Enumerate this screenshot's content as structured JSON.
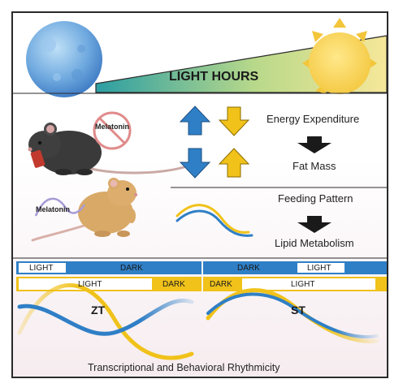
{
  "light_hours_label": "LIGHT HOURS",
  "melatonin_top": "Melatonin",
  "melatonin_bottom": "Melatonin",
  "outcomes": {
    "energy_expenditure": "Energy Expenditure",
    "fat_mass": "Fat Mass",
    "feeding_pattern": "Feeding Pattern",
    "lipid_metabolism": "Lipid Metabolism"
  },
  "zt": {
    "label": "ZT",
    "top_light": "LIGHT",
    "top_dark": "DARK",
    "bottom_light": "LIGHT",
    "bottom_dark": "DARK"
  },
  "st": {
    "label": "ST",
    "top_dark": "DARK",
    "top_light": "LIGHT",
    "bottom_dark": "DARK",
    "bottom_light": "LIGHT"
  },
  "footer": "Transcriptional and Behavioral Rhythmicity",
  "colors": {
    "blue": "#2f7fc6",
    "yellow": "#f0c21a",
    "teal": "#2b9ea3",
    "pale_yellow": "#f6e79a"
  }
}
